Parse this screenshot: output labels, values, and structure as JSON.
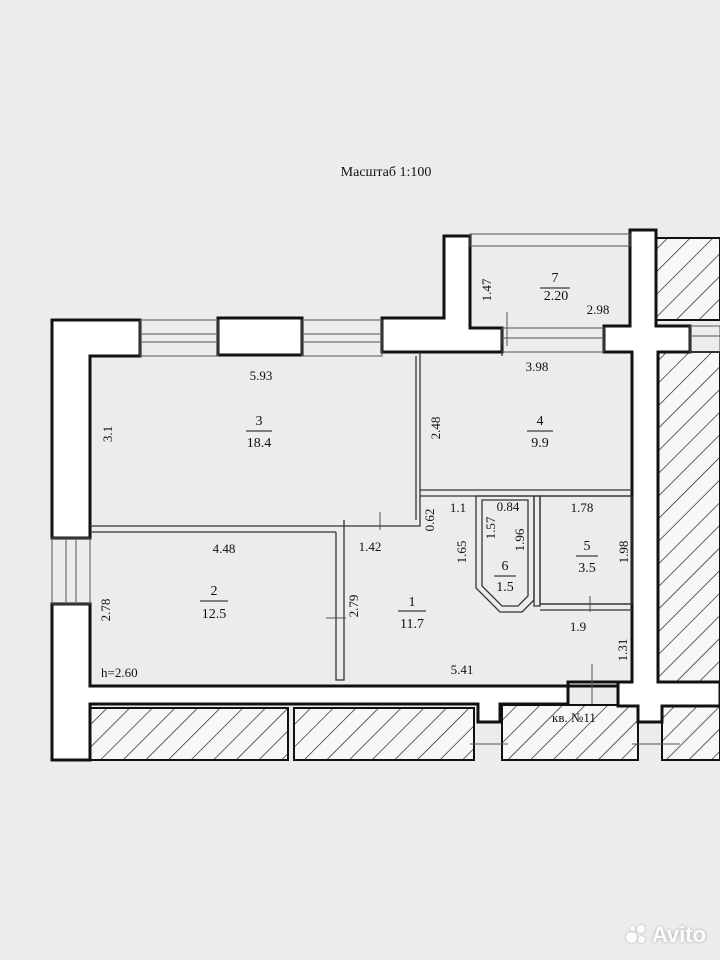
{
  "title": "Масштаб 1:100",
  "apartment_label": "кв. №11",
  "ceiling_height": "h=2.60",
  "rooms": [
    {
      "number": "1",
      "area": "11.7"
    },
    {
      "number": "2",
      "area": "12.5"
    },
    {
      "number": "3",
      "area": "18.4"
    },
    {
      "number": "4",
      "area": "9.9"
    },
    {
      "number": "5",
      "area": "3.5"
    },
    {
      "number": "6",
      "area": "1.5"
    },
    {
      "number": "7",
      "area": "2.20"
    }
  ],
  "dimensions": {
    "room7_height": "1.47",
    "room7_width": "2.98",
    "room4_width": "3.98",
    "room3_width": "5.93",
    "room3_height": "3.1",
    "room4_height": "2.48",
    "d_062": "0.62",
    "d_11": "1.1",
    "d_084": "0.84",
    "d_178": "1.78",
    "d_157": "1.57",
    "d_196": "1.96",
    "d_198": "1.98",
    "d_165": "1.65",
    "d_142": "1.42",
    "room2_width": "4.48",
    "room2_height": "2.78",
    "d_279": "2.79",
    "d_19": "1.9",
    "d_131": "1.31",
    "room1_length": "5.41"
  },
  "watermark": "Avito"
}
